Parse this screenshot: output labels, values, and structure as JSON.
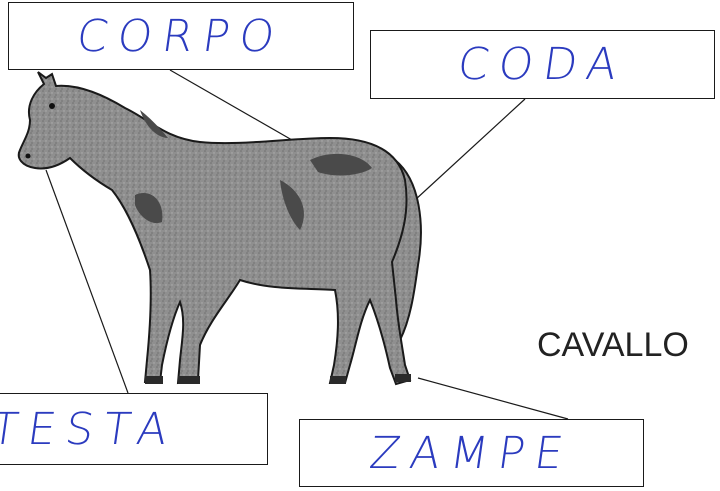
{
  "diagram": {
    "title": "CAVALLO",
    "labels": {
      "body": "CORPO",
      "tail": "CODA",
      "head": "TESTA",
      "legs": "ZAMPE"
    }
  },
  "colors": {
    "ink_blue": "#2b3bbf",
    "horse_gray": "#8d8d8d",
    "outline": "#1a1a1a"
  }
}
